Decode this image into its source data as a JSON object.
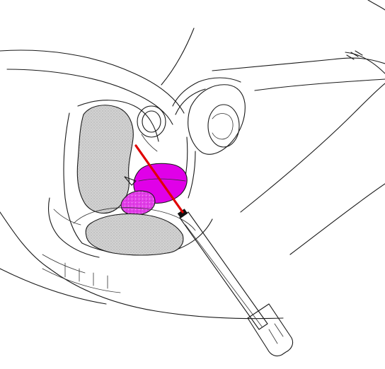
{
  "diagram": {
    "colors": {
      "background": "#ffffff",
      "line_art": "#1a1a1a",
      "stipple_tissue": "#c9c9c9",
      "highlight_organ": "#e000e8",
      "needle_path": "#e00000",
      "probe_tip": "#111111"
    },
    "elements": [
      "pelvic-outline",
      "bladder",
      "seminal-vesicle",
      "prostate-highlight",
      "rectum",
      "pubic-bone",
      "needle-trajectory",
      "ultrasound-probe"
    ]
  }
}
